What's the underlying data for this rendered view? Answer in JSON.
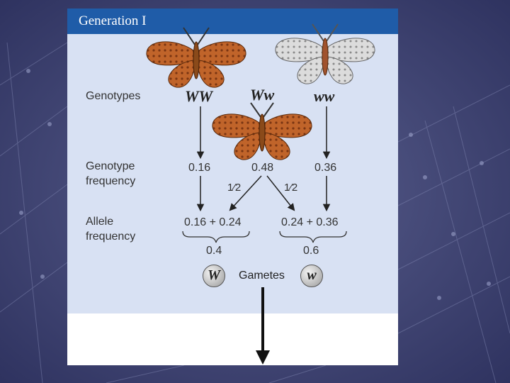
{
  "title": "Generation I",
  "labels": {
    "genotypes": "Genotypes",
    "genotype_frequency_1": "Genotype",
    "genotype_frequency_2": "frequency",
    "allele_frequency_1": "Allele",
    "allele_frequency_2": "frequency",
    "gametes": "Gametes"
  },
  "genotypes": {
    "dominant": "WW",
    "heterozygous": "Ww",
    "recessive": "ww"
  },
  "genotype_frequencies": {
    "dominant": "0.16",
    "heterozygous": "0.48",
    "recessive": "0.36"
  },
  "split_factor": "1⁄2",
  "allele_sums": {
    "W": "0.16 + 0.24",
    "w": "0.24 + 0.36"
  },
  "allele_frequencies": {
    "W": "0.4",
    "w": "0.6"
  },
  "alleles": {
    "dominant": "W",
    "recessive": "w"
  },
  "colors": {
    "header": "#1f5ca8",
    "panel": "#d8e1f3",
    "background": "#3b3f6e",
    "butterfly_orange": "#c0642a",
    "butterfly_white": "#d9d9d9"
  }
}
